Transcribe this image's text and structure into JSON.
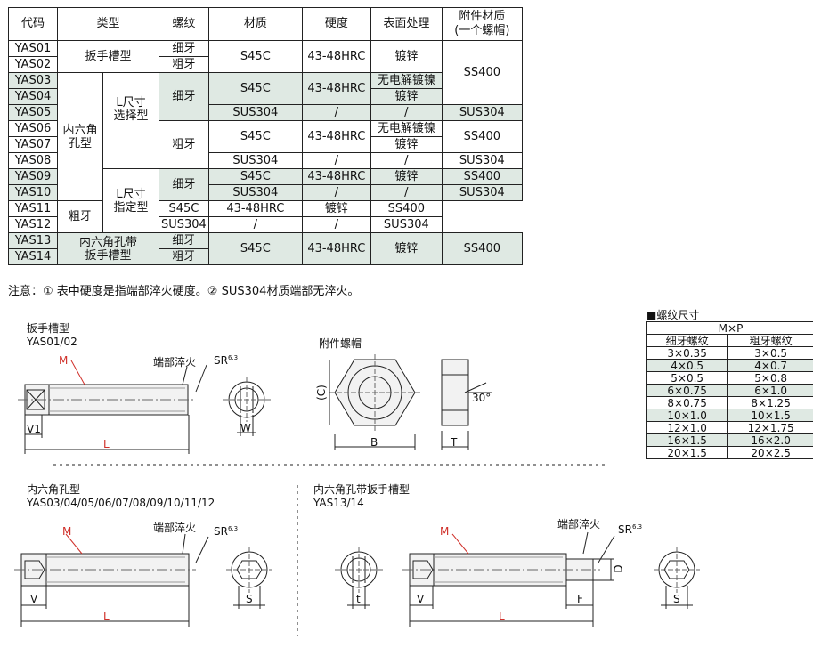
{
  "table": {
    "headers": [
      "代码",
      "类型",
      "螺纹",
      "材质",
      "硬度",
      "表面处理",
      "附件材质\n(一个螺帽)"
    ],
    "codes": [
      "YAS01",
      "YAS02",
      "YAS03",
      "YAS04",
      "YAS05",
      "YAS06",
      "YAS07",
      "YAS08",
      "YAS09",
      "YAS10",
      "YAS11",
      "YAS12",
      "YAS13",
      "YAS14"
    ],
    "type_wrench": "扳手槽型",
    "type_hex": "内六角\n孔型",
    "type_l_select": "L尺寸\n选择型",
    "type_l_fixed": "L尺寸\n指定型",
    "type_hex_wrench": "内六角孔带\n扳手槽型",
    "fine": "细牙",
    "coarse": "粗牙",
    "s45c": "S45C",
    "sus304": "SUS304",
    "hrc": "43-48HRC",
    "slash": "/",
    "zinc": "镀锌",
    "nickel": "无电解镀镍",
    "ss400": "SS400"
  },
  "note": "注意：① 表中硬度是指端部淬火硬度。② SUS304材质端部无淬火。",
  "thread_table": {
    "title": "■螺纹尺寸",
    "mp": "M×P",
    "col_fine": "细牙螺纹",
    "col_coarse": "粗牙螺纹",
    "rows": [
      [
        "3×0.35",
        "3×0.5"
      ],
      [
        "4×0.5",
        "4×0.7"
      ],
      [
        "5×0.5",
        "5×0.8"
      ],
      [
        "6×0.75",
        "6×1.0"
      ],
      [
        "8×0.75",
        "8×1.25"
      ],
      [
        "10×1.0",
        "10×1.5"
      ],
      [
        "12×1.0",
        "12×1.75"
      ],
      [
        "16×1.5",
        "16×2.0"
      ],
      [
        "20×1.5",
        "20×2.5"
      ]
    ]
  },
  "drawings": {
    "wrench_title": "扳手槽型",
    "wrench_sub": "YAS01/02",
    "nut_title": "附件螺帽",
    "hex_title": "内六角孔型",
    "hex_sub": "YAS03/04/05/06/07/08/09/10/11/12",
    "hexw_title": "内六角孔带扳手槽型",
    "hexw_sub": "YAS13/14",
    "quench": "端部淬火",
    "sr": "SR",
    "sr_sup": "6.3",
    "M": "M",
    "L": "L",
    "V1": "V1",
    "V": "V",
    "W": "W",
    "B": "B",
    "T": "T",
    "C": "(C)",
    "angle": "30°",
    "S": "S",
    "t": "t",
    "F": "F",
    "D": "D"
  }
}
